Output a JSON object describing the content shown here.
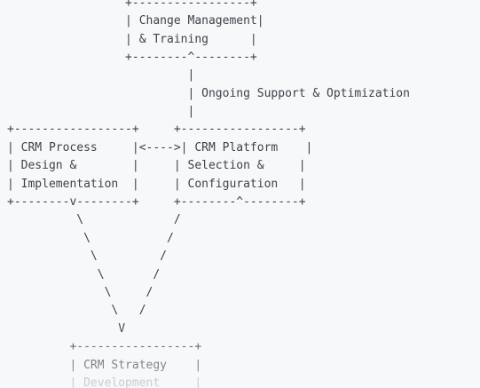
{
  "diagram": {
    "lines": [
      "                 +-----------------+",
      "                 | Change Management|",
      "                 | & Training      |",
      "                 +--------^--------+",
      "                          |",
      "                          | Ongoing Support & Optimization",
      "                          |",
      "+-----------------+     +-----------------+",
      "| CRM Process     |<---->| CRM Platform    |",
      "| Design &        |     | Selection &     |",
      "| Implementation  |     | Configuration   |",
      "+--------v--------+     +--------^--------+",
      "          \\             /",
      "           \\           /",
      "            \\         /",
      "             \\       /",
      "              \\     /",
      "               \\   /",
      "                V",
      "         +-----------------+",
      "         | CRM Strategy    |",
      "         | Development     |"
    ]
  }
}
